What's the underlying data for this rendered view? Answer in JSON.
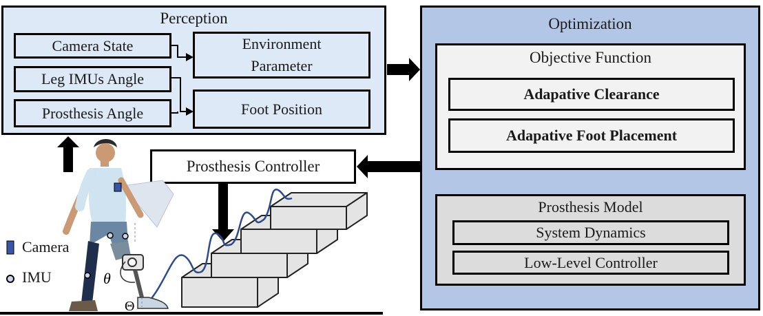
{
  "perception": {
    "title": "Perception",
    "inputs": [
      "Camera State",
      "Leg IMUs Angle",
      "Prosthesis Angle"
    ],
    "outputs": [
      "Environment Parameter",
      "Foot Position"
    ]
  },
  "optimization": {
    "title": "Optimization",
    "objective": {
      "title": "Objective Function",
      "items": [
        "Adapative Clearance",
        "Adapative Foot Placement"
      ]
    },
    "model": {
      "title": "Prosthesis Model",
      "items": [
        "System Dynamics",
        "Low-Level Controller"
      ]
    }
  },
  "controller": {
    "label": "Prosthesis Controller"
  },
  "legend": {
    "camera": "Camera",
    "imu": "IMU"
  },
  "symbols": {
    "theta": "θ",
    "Theta": "Θ"
  },
  "colors": {
    "perception_fill": "#dde9f6",
    "optimization_fill": "#b3c6e6",
    "objective_fill": "#f2f2f2",
    "model_fill": "#dcdcdc",
    "stair_fill": "#e4e4e4",
    "trajectory": "#2c4a8c"
  }
}
